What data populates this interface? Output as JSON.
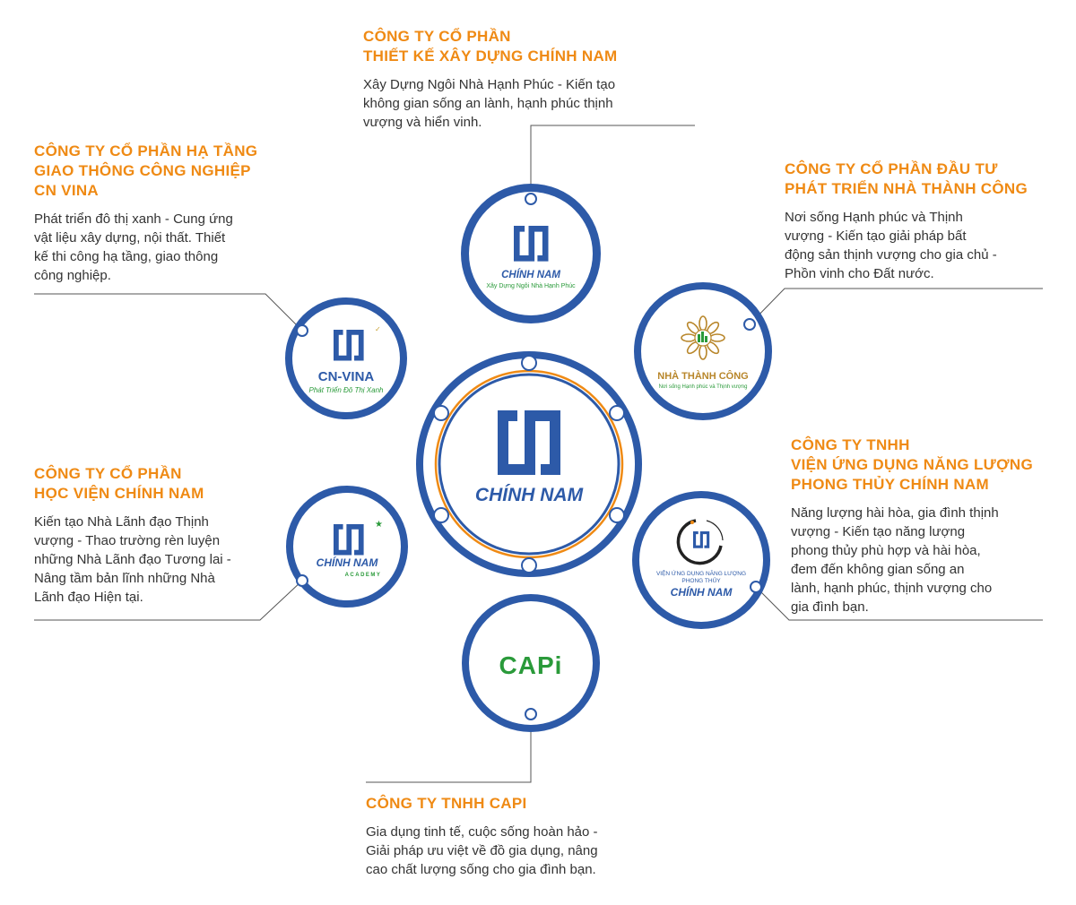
{
  "center": {
    "brand": "CHÍNH NAM"
  },
  "companies": {
    "top": {
      "title": [
        "CÔNG TY CỔ PHẦN",
        "THIẾT KẾ XÂY DỰNG CHÍNH NAM"
      ],
      "desc": [
        "Xây Dựng Ngôi Nhà Hạnh Phúc - Kiến tạo",
        "không gian sống an lành, hạnh phúc thịnh",
        "vượng và hiển vinh."
      ],
      "logo": {
        "brand": "CHÍNH NAM",
        "tagline": "Xây Dựng Ngôi Nhà Hạnh Phúc"
      }
    },
    "top_left": {
      "title": [
        "CÔNG TY CỔ PHẦN HẠ TẦNG",
        "GIAO THÔNG CÔNG NGHIỆP",
        "CN VINA"
      ],
      "desc": [
        "Phát triển đô thị xanh - Cung ứng",
        "vật liệu xây dựng, nội thất. Thiết",
        "kế thi công hạ tầng, giao thông",
        "công nghiệp."
      ],
      "logo": {
        "brand": "CN-VINA",
        "tagline": "Phát Triển Đô Thị Xanh"
      }
    },
    "top_right": {
      "title": [
        "CÔNG TY CỔ PHẦN ĐẦU TƯ",
        "PHÁT TRIỂN NHÀ THÀNH CÔNG"
      ],
      "desc": [
        "Nơi sống Hạnh phúc và Thịnh",
        "vượng - Kiến tạo giải pháp bất",
        "động sản thịnh vượng cho gia chủ -",
        "Phồn vinh cho Đất nước."
      ],
      "logo": {
        "brand": "NHÀ THÀNH CÔNG",
        "tagline": "Nơi sống Hạnh phúc và Thịnh vượng"
      }
    },
    "bottom_left": {
      "title": [
        "CÔNG TY CỔ PHẦN",
        "HỌC VIỆN CHÍNH NAM"
      ],
      "desc": [
        "Kiến tạo Nhà Lãnh đạo Thịnh",
        "vượng - Thao trường rèn luyện",
        "những Nhà Lãnh đạo Tương lai -",
        "Nâng tầm bản lĩnh những Nhà",
        "Lãnh đạo Hiện tại."
      ],
      "logo": {
        "brand": "CHÍNH NAM",
        "tagline": "ACADEMY"
      }
    },
    "bottom_right": {
      "title": [
        "CÔNG TY TNHH",
        "VIỆN ỨNG DỤNG NĂNG LƯỢNG",
        "PHONG THỦY CHÍNH NAM"
      ],
      "desc": [
        "Năng lượng hài hòa, gia đình thịnh",
        "vượng - Kiến tạo năng lượng",
        "phong thủy phù hợp và hài hòa,",
        "đem đến không gian sống an",
        "lành, hạnh phúc, thịnh vượng cho",
        "gia đình bạn."
      ],
      "logo": {
        "line1": "VIỆN ỨNG DỤNG NĂNG LƯỢNG",
        "line2": "PHONG THỦY",
        "brand": "CHÍNH NAM"
      }
    },
    "bottom": {
      "title": [
        "CÔNG TY TNHH CAPI"
      ],
      "desc": [
        "Gia dụng tinh tế, cuộc sống hoàn hảo -",
        "Giải pháp ưu việt về đồ gia dụng, nâng",
        "cao chất lượng sống cho gia đình bạn."
      ],
      "logo": {
        "brand": "CAPi"
      }
    }
  },
  "colors": {
    "orange": "#ef8a14",
    "blue": "#2d5aa8",
    "text": "#333333",
    "green": "#2a9a3a",
    "gold": "#b8862a"
  }
}
